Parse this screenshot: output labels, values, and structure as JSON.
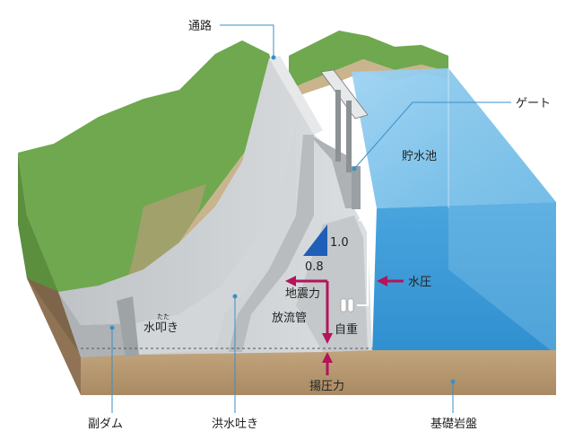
{
  "labels": {
    "walkway": "通路",
    "gate": "ゲート",
    "reservoir": "貯水池",
    "water_pressure": "水圧",
    "seismic_force": "地震力",
    "slope_vertical": "1.0",
    "slope_horizontal": "0.8",
    "outlet_pipe": "放流管",
    "self_weight": "自重",
    "apron": "水叩き",
    "apron_ruby": "たた",
    "uplift": "揚圧力",
    "sub_dam": "副ダム",
    "spillway": "洪水吐き",
    "bedrock": "基礎岩盤"
  },
  "colors": {
    "mountain_green": "#6fa84f",
    "rock_tan": "#c9b48d",
    "concrete": "#c9cdd0",
    "water": "#5fb3e3",
    "ground": "#b89a74",
    "arrow": "#b3145a",
    "leader": "#3a8fc8"
  },
  "icons": [
    "arrow-left-icon",
    "arrow-down-icon",
    "arrow-up-icon",
    "slope-triangle-icon"
  ]
}
